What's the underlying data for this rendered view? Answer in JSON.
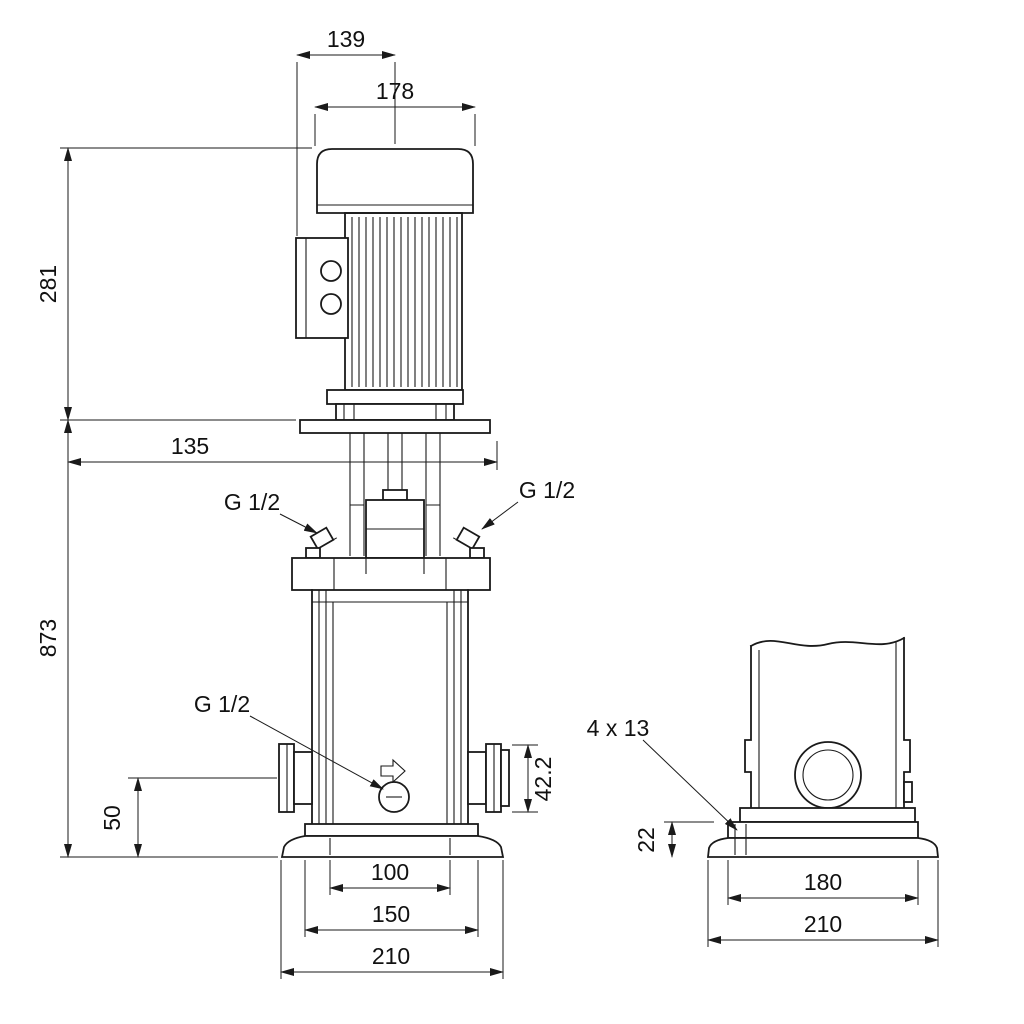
{
  "colors": {
    "line": "#1a1a1a",
    "background": "#ffffff"
  },
  "front_view": {
    "dim_139": "139",
    "dim_178": "178",
    "dim_281": "281",
    "dim_135": "135",
    "dim_873": "873",
    "plug_top_left": "G 1/2",
    "plug_top_right": "G 1/2",
    "plug_drain": "G 1/2",
    "dim_50": "50",
    "dim_42_2": "42.2",
    "dim_100": "100",
    "dim_150": "150",
    "dim_210": "210"
  },
  "side_view": {
    "holes": "4 x 13",
    "dim_22": "22",
    "dim_180": "180",
    "dim_210": "210"
  }
}
